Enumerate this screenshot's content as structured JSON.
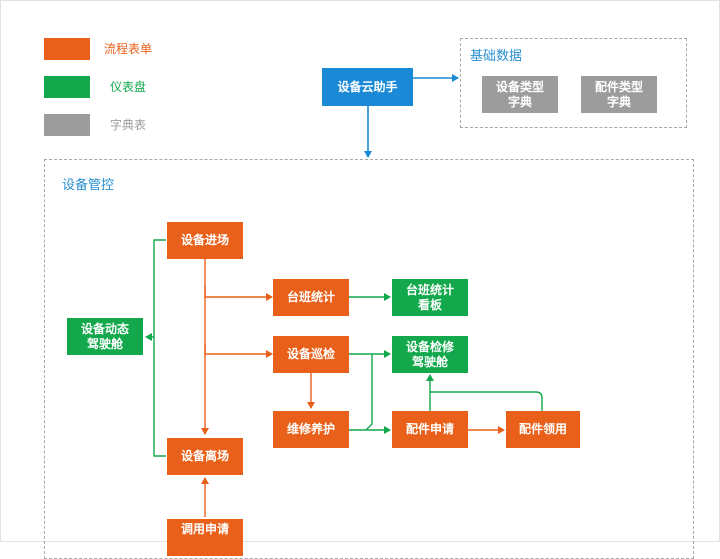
{
  "legend": [
    {
      "label": "流程表单",
      "color": "#e8601a",
      "label_color": "#e8601a"
    },
    {
      "label": "仪表盘",
      "color": "#12a84b",
      "label_color": "#12a84b"
    },
    {
      "label": "字典表",
      "color": "#9c9c9c",
      "label_color": "#9c9c9c"
    }
  ],
  "assistant": {
    "label": "设备云助手",
    "color": "#1a8ad6"
  },
  "basic_data": {
    "title": "基础数据",
    "items": [
      "设备类型\n字典",
      "配件类型\n字典"
    ]
  },
  "device_control": {
    "title": "设备管控",
    "nodes": {
      "entry": "设备进场",
      "exit": "设备离场",
      "cockpit": "设备动态\n驾驶舱",
      "shift_stat": "台班统计",
      "shift_board": "台班统计\n看板",
      "inspection": "设备巡检",
      "repair_cockpit": "设备检修\n驾驶舱",
      "maintenance": "维修养护",
      "parts_request": "配件申请",
      "parts_receive": "配件领用",
      "transfer": "调用申请"
    }
  },
  "colors": {
    "orange": "#e8601a",
    "green": "#12a84b",
    "blue": "#1a8ad6",
    "gray": "#9c9c9c"
  }
}
